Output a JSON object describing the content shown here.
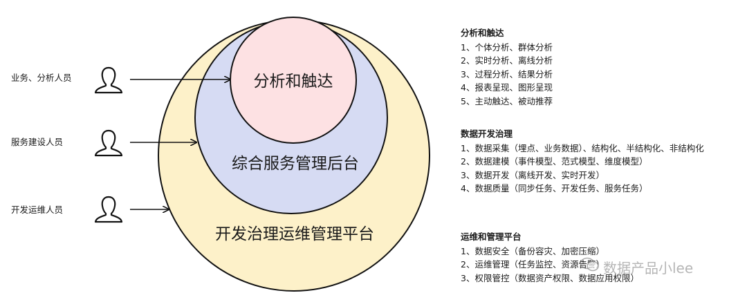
{
  "diagram": {
    "circles": [
      {
        "id": "outer",
        "label": "开发治理运维管理平台",
        "fill": "#fdf1c9"
      },
      {
        "id": "middle",
        "label": "综合服务管理后台",
        "fill": "#d6dbf3"
      },
      {
        "id": "inner",
        "label": "分析和触达",
        "fill": "#fde1e3"
      }
    ],
    "roles": [
      {
        "label": "业务、分析人员"
      },
      {
        "label": "服务建设人员"
      },
      {
        "label": "开发运维人员"
      }
    ],
    "stroke_color": "#111111"
  },
  "panels": [
    {
      "title": "分析和触达",
      "items": [
        "1、个体分析、群体分析",
        "2、实时分析、离线分析",
        "3、过程分析、结果分析",
        "4、报表呈现、图形呈现",
        "5、主动触达、被动推荐"
      ]
    },
    {
      "title": "数据开发治理",
      "items": [
        "1、数据采集（埋点、业务数据）、结构化、半结构化、非结构化",
        "2、数据建模（事件模型、范式模型、维度模型）",
        "3、数据开发（离线开发、实时开发）",
        "4、数据质量（同步任务、开发任务、服务任务）"
      ]
    },
    {
      "title": "运维和管理平台",
      "items": [
        "1、数据安全（备份容灾、加密压缩）",
        "2、运维管理（任务监控、资源告警）",
        "3、权限管控（数据资产权限、数据应用权限）"
      ]
    }
  ],
  "watermark": "数据产品小lee"
}
